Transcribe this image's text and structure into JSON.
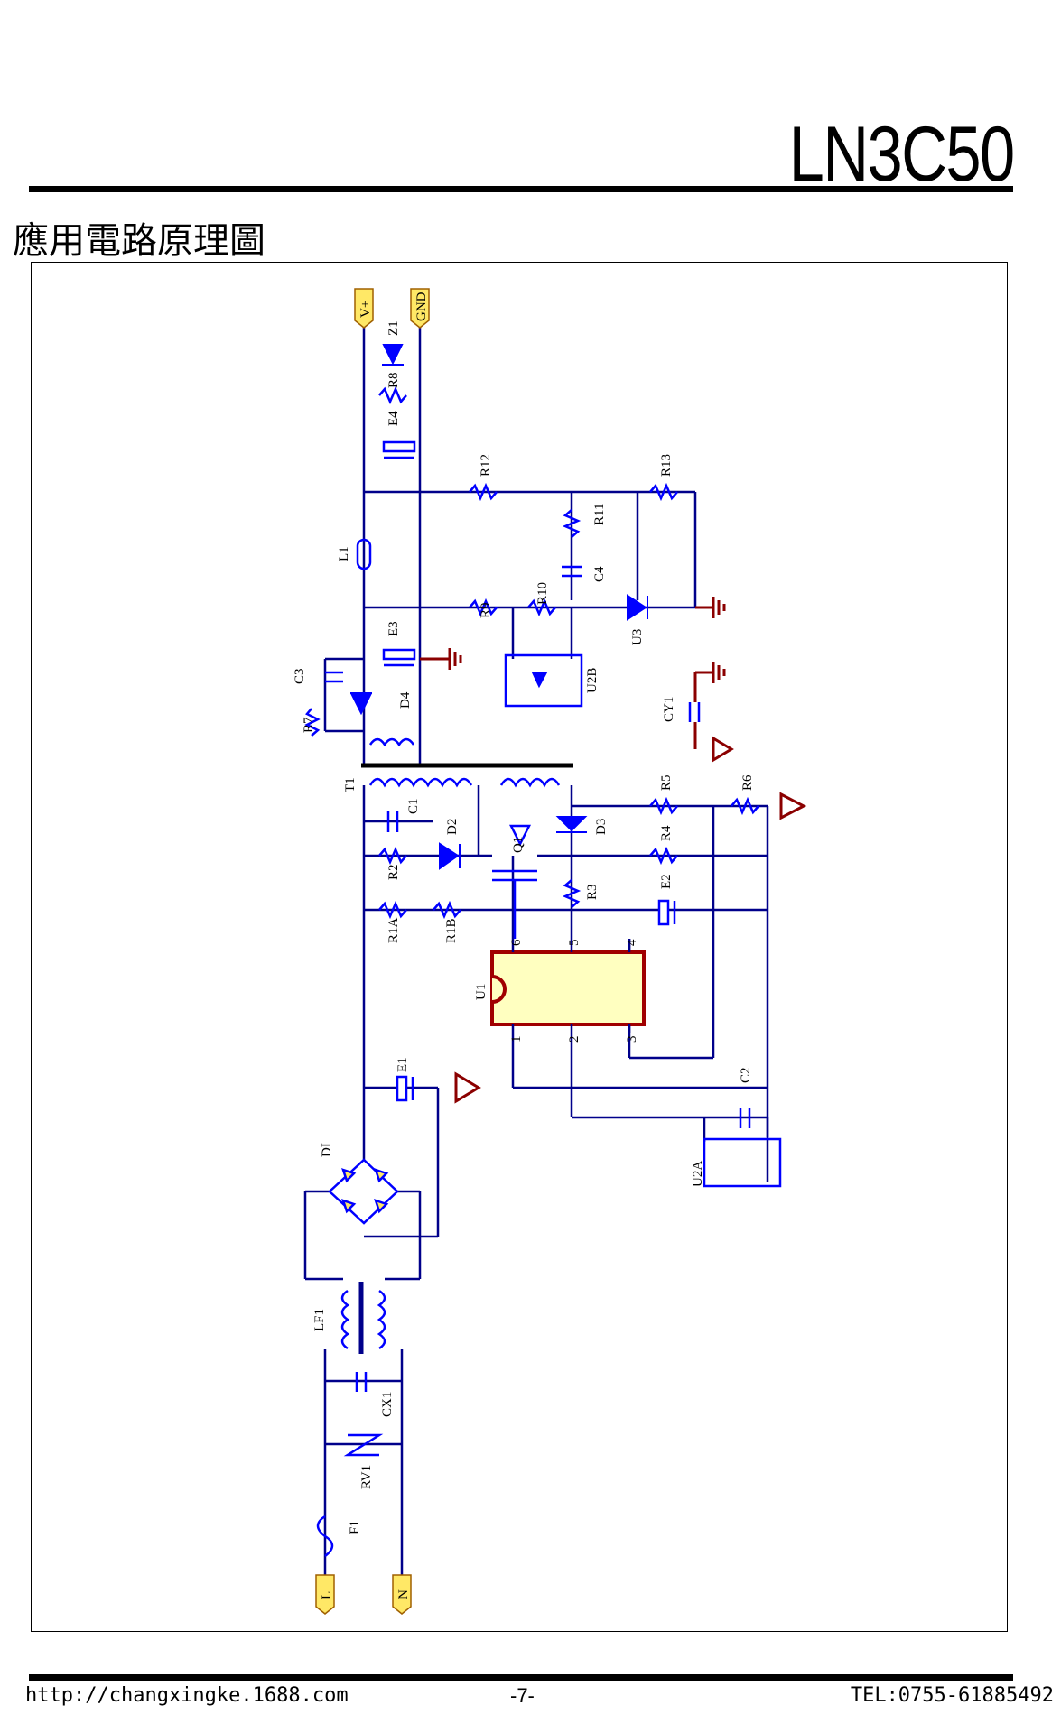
{
  "header": {
    "part_number": "LN3C50",
    "section_title": "應用電路原理圖"
  },
  "footer": {
    "url": "http://changxingke.1688.com",
    "page": "-7-",
    "tel": "TEL:0755-61885492"
  },
  "schematic": {
    "ports": {
      "vplus": "V+",
      "gnd": "GND",
      "line": "L",
      "neutral": "N"
    },
    "refs": {
      "Z1": "Z1",
      "R8": "R8",
      "E4": "E4",
      "R12": "R12",
      "R13": "R13",
      "R11": "R11",
      "L1": "L1",
      "C4": "C4",
      "R9": "R9",
      "R10": "R10",
      "E3": "E3",
      "U3": "U3",
      "C3": "C3",
      "U2B": "U2B",
      "D4": "D4",
      "CY1": "CY1",
      "R7": "R7",
      "T1": "T1",
      "C1": "C1",
      "D2": "D2",
      "Q1": "Q1",
      "D3": "D3",
      "R5": "R5",
      "R6": "R6",
      "R2": "R2",
      "R4": "R4",
      "R3": "R3",
      "E2": "E2",
      "R1A": "R1A",
      "R1B": "R1B",
      "U1": "U1",
      "E1": "E1",
      "C2": "C2",
      "DI": "DI",
      "U2A": "U2A",
      "LF1": "LF1",
      "CX1": "CX1",
      "RV1": "RV1",
      "F1": "F1"
    },
    "u1_pins": {
      "p1": "1",
      "p2": "2",
      "p3": "3",
      "p4": "4",
      "p5": "5",
      "p6": "6"
    },
    "colors": {
      "wire": "#00008b",
      "component": "#0000ff",
      "ground": "#8b0000",
      "ic_fill": "#ffffc0",
      "ic_border": "#a00000",
      "port_fill": "#ffe866"
    }
  }
}
